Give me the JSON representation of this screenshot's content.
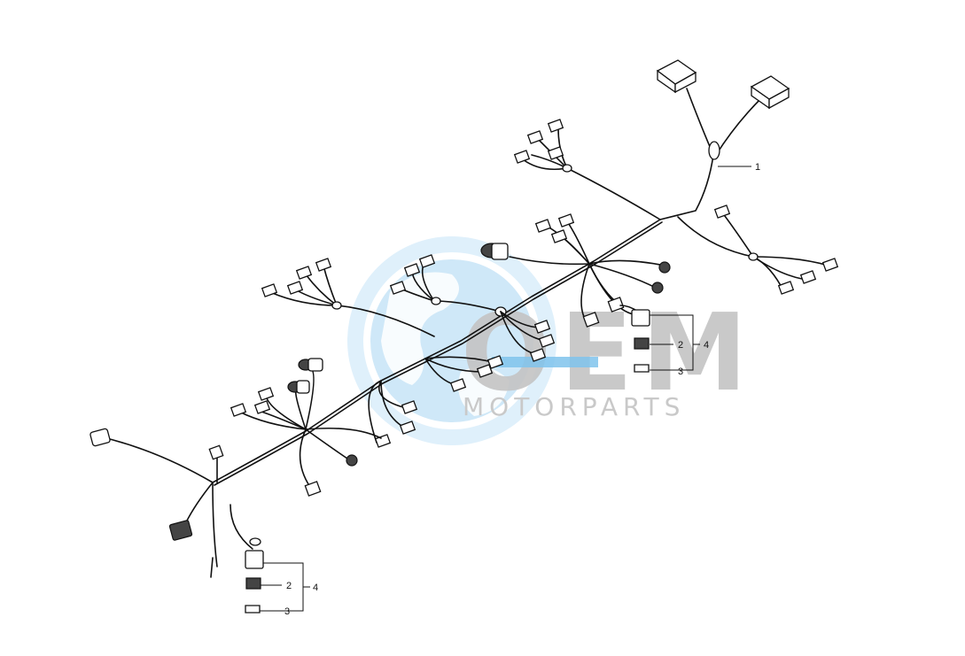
{
  "watermark": {
    "logo_letters": "OEM",
    "text": "MOTORPARTS",
    "globe_color": "#bfe1f5",
    "letter_color": "#c4c4c4",
    "accent_color": "#7fc3ec"
  },
  "callouts": {
    "harness": "1",
    "fuse_a": "2",
    "cap_a": "3",
    "group_a": "4",
    "fuse_b": "2",
    "cap_b": "3",
    "group_b": "4"
  }
}
